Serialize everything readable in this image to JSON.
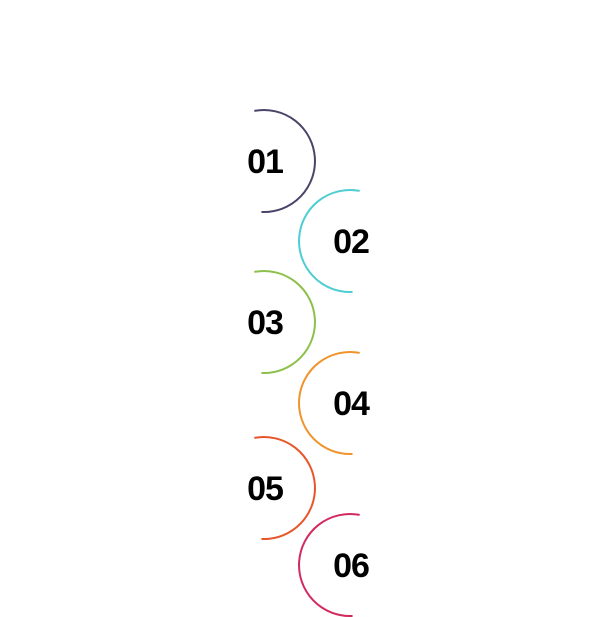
{
  "steps": [
    {
      "number": "01",
      "color": "#4a4468",
      "opening": "left"
    },
    {
      "number": "02",
      "color": "#4ecdd3",
      "opening": "right"
    },
    {
      "number": "03",
      "color": "#8dc04a",
      "opening": "left"
    },
    {
      "number": "04",
      "color": "#f0932b",
      "opening": "right"
    },
    {
      "number": "05",
      "color": "#e8552a",
      "opening": "left"
    },
    {
      "number": "06",
      "color": "#d22a5e",
      "opening": "right"
    }
  ]
}
